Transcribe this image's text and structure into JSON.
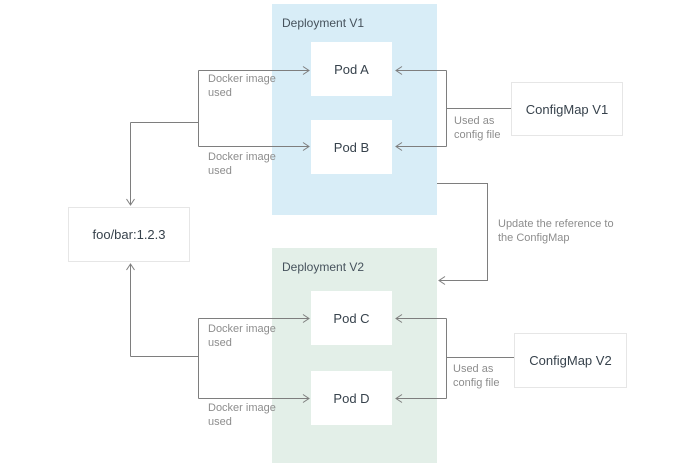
{
  "diagram": {
    "deployments": [
      {
        "label": "Deployment V1",
        "bg_color": "#d8edf7",
        "pods": [
          "Pod A",
          "Pod B"
        ]
      },
      {
        "label": "Deployment V2",
        "bg_color": "#e3efe8",
        "pods": [
          "Pod C",
          "Pod D"
        ]
      }
    ],
    "image_node": {
      "label": "foo/bar:1.2.3"
    },
    "configmaps": [
      "ConfigMap V1",
      "ConfigMap V2"
    ],
    "labels": {
      "docker_image_used": "Docker image used",
      "used_as_config_file": "Used as config file",
      "update_reference": "Update the reference to the ConfigMap"
    },
    "colors": {
      "deployment_v1_bg": "#d8edf7",
      "deployment_v2_bg": "#e3efe8",
      "line": "#7e7e7e",
      "edge_label_text": "#8d8d8d",
      "node_text": "#37424c",
      "node_border": "#e6e6e6"
    }
  }
}
